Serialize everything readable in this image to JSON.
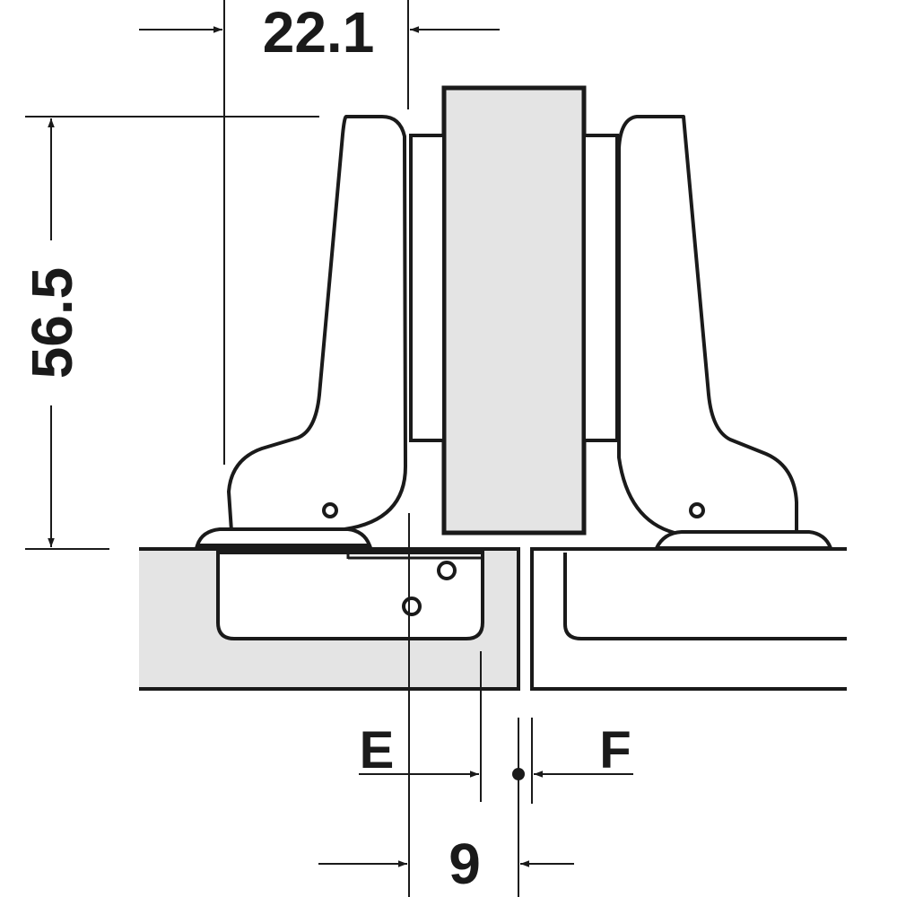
{
  "dimensions": {
    "top_width": "22.1",
    "height": "56.5",
    "distance_e": "E",
    "distance_f": "F",
    "bottom_width": "9"
  },
  "colors": {
    "line": "#1a1a1a",
    "panel_fill": "#e4e4e4",
    "background": "#ffffff"
  }
}
